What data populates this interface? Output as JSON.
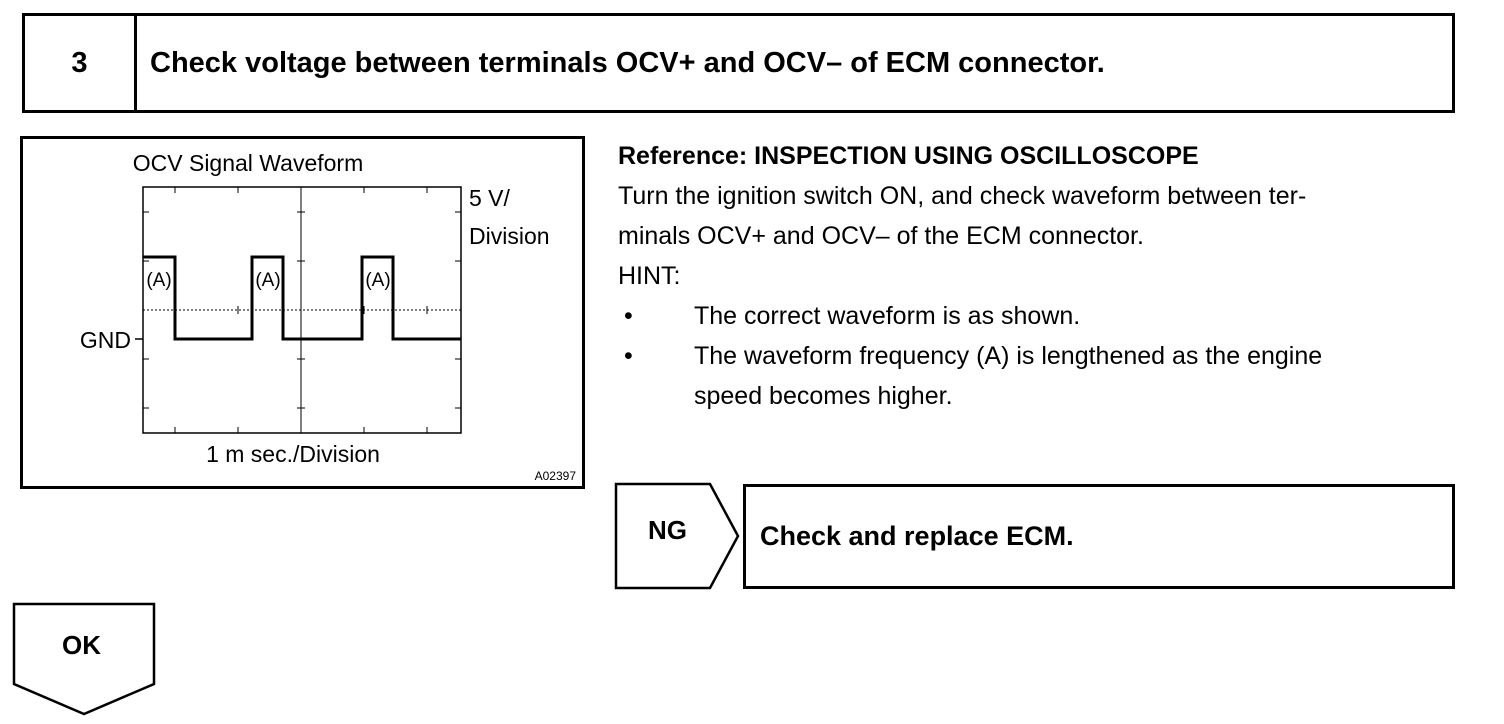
{
  "step": {
    "number": "3",
    "title": "Check voltage between terminals OCV+ and OCV– of ECM connector."
  },
  "figure": {
    "title": "OCV Signal Waveform",
    "voltage_scale_line1": "5 V/",
    "voltage_scale_line2": "Division",
    "gnd_label": "GND",
    "pulse_label": "(A)",
    "time_scale": "1 m sec./Division",
    "figure_code": "A02397"
  },
  "reference": {
    "heading": "Reference: INSPECTION USING OSCILLOSCOPE",
    "body_line1": "Turn the ignition switch ON, and check waveform between ter-",
    "body_line2": "minals OCV+ and OCV– of the ECM connector.",
    "hint_label": "HINT:",
    "bullet_symbol": "•",
    "bullets": [
      {
        "line1": "The correct waveform is as shown."
      },
      {
        "line1": "The waveform frequency (A) is lengthened as the engine",
        "line2": "speed becomes higher."
      }
    ]
  },
  "ng_branch": {
    "label": "NG",
    "result": "Check and replace ECM."
  },
  "ok_branch": {
    "label": "OK"
  }
}
